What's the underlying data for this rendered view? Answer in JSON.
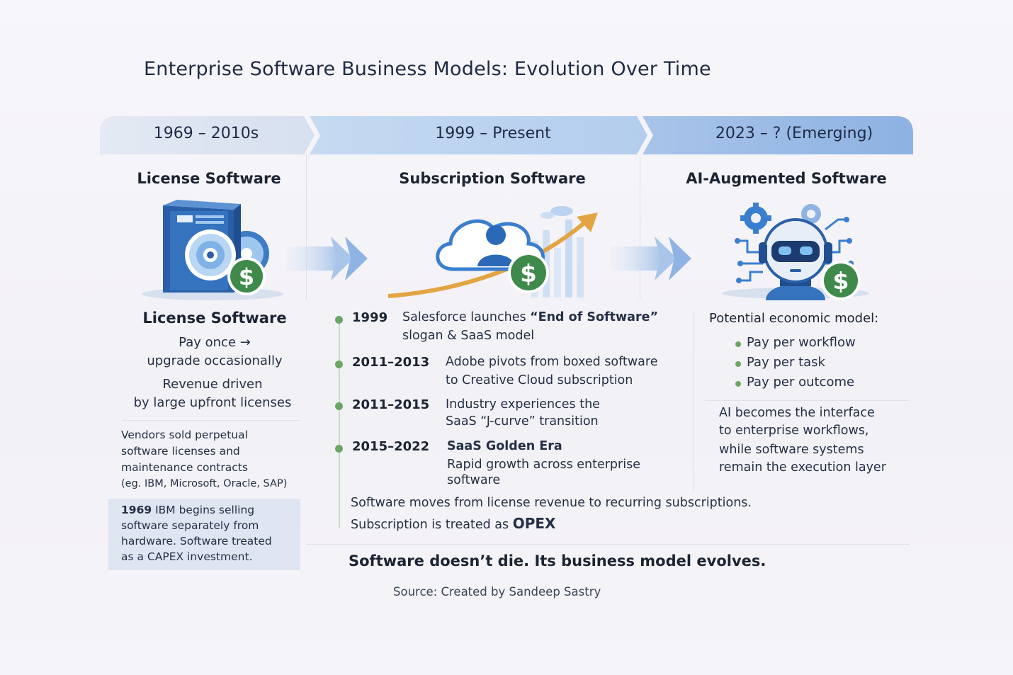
{
  "title": "Enterprise Software Business Models: Evolution Over Time",
  "periods": [
    {
      "label": "1969 – 2010s"
    },
    {
      "label": "1999 – Present"
    },
    {
      "label": "2023 – ? (Emerging)"
    }
  ],
  "license": {
    "heading": "License Software",
    "subheading": "License Software",
    "desc1_line1": "Pay once →",
    "desc1_line2": "upgrade occasionally",
    "desc2_line1": "Revenue driven",
    "desc2_line2": "by large upfront licenses",
    "vendors_lines": [
      "Vendors sold perpetual",
      "software licenses and",
      "maintenance contracts",
      "(eg. IBM, Microsoft, Oracle, SAP)"
    ],
    "note_year": "1969",
    "note_line1_rest": "IBM begins selling",
    "note_line2": "software separately from",
    "note_line3": "hardware. Software treated",
    "note_line4": "as a CAPEX investment.",
    "icon": "server-disc-icon"
  },
  "subscription": {
    "heading": "Subscription Software",
    "icon": "cloud-user-growth-icon",
    "timeline": [
      {
        "year": "1999",
        "line1_pre": "Salesforce launches ",
        "line1_bold": "“End of Software”",
        "line2": "slogan & SaaS model"
      },
      {
        "year": "2011–2013",
        "line1": "Adobe pivots from boxed software",
        "line2": "to Creative Cloud subscription"
      },
      {
        "year": "2011–2015",
        "line1": "Industry experiences the",
        "line2": "SaaS “J-curve” transition"
      },
      {
        "year": "2015–2022",
        "line1_bold": "SaaS Golden Era",
        "line2": "Rapid growth across enterprise",
        "line3": "software"
      }
    ],
    "summary1": "Software moves from license revenue to recurring subscriptions.",
    "summary2_pre": "Subscription is treated as ",
    "summary2_bold": "OPEX"
  },
  "ai": {
    "heading": "AI-Augmented Software",
    "icon": "robot-gear-icon",
    "model_label": "Potential economic model:",
    "bullets": [
      "Pay per workflow",
      "Pay per task",
      "Pay per outcome"
    ],
    "desc_lines": [
      "AI becomes the interface",
      "to enterprise workflows,",
      "while software systems",
      "remain the execution layer"
    ]
  },
  "closing": "Software doesn’t die. Its business model evolves.",
  "source": "Source: Created by Sandeep Sastry",
  "colors": {
    "band_light": "#dbe4f2",
    "band_mid": "#bcd4ef",
    "band_dark": "#8fb4e3",
    "accent_green": "#6aa861",
    "dollar_green": "#3f8a4a",
    "arrow_blue": "#a9c6ea",
    "growth_orange": "#e2a542"
  }
}
